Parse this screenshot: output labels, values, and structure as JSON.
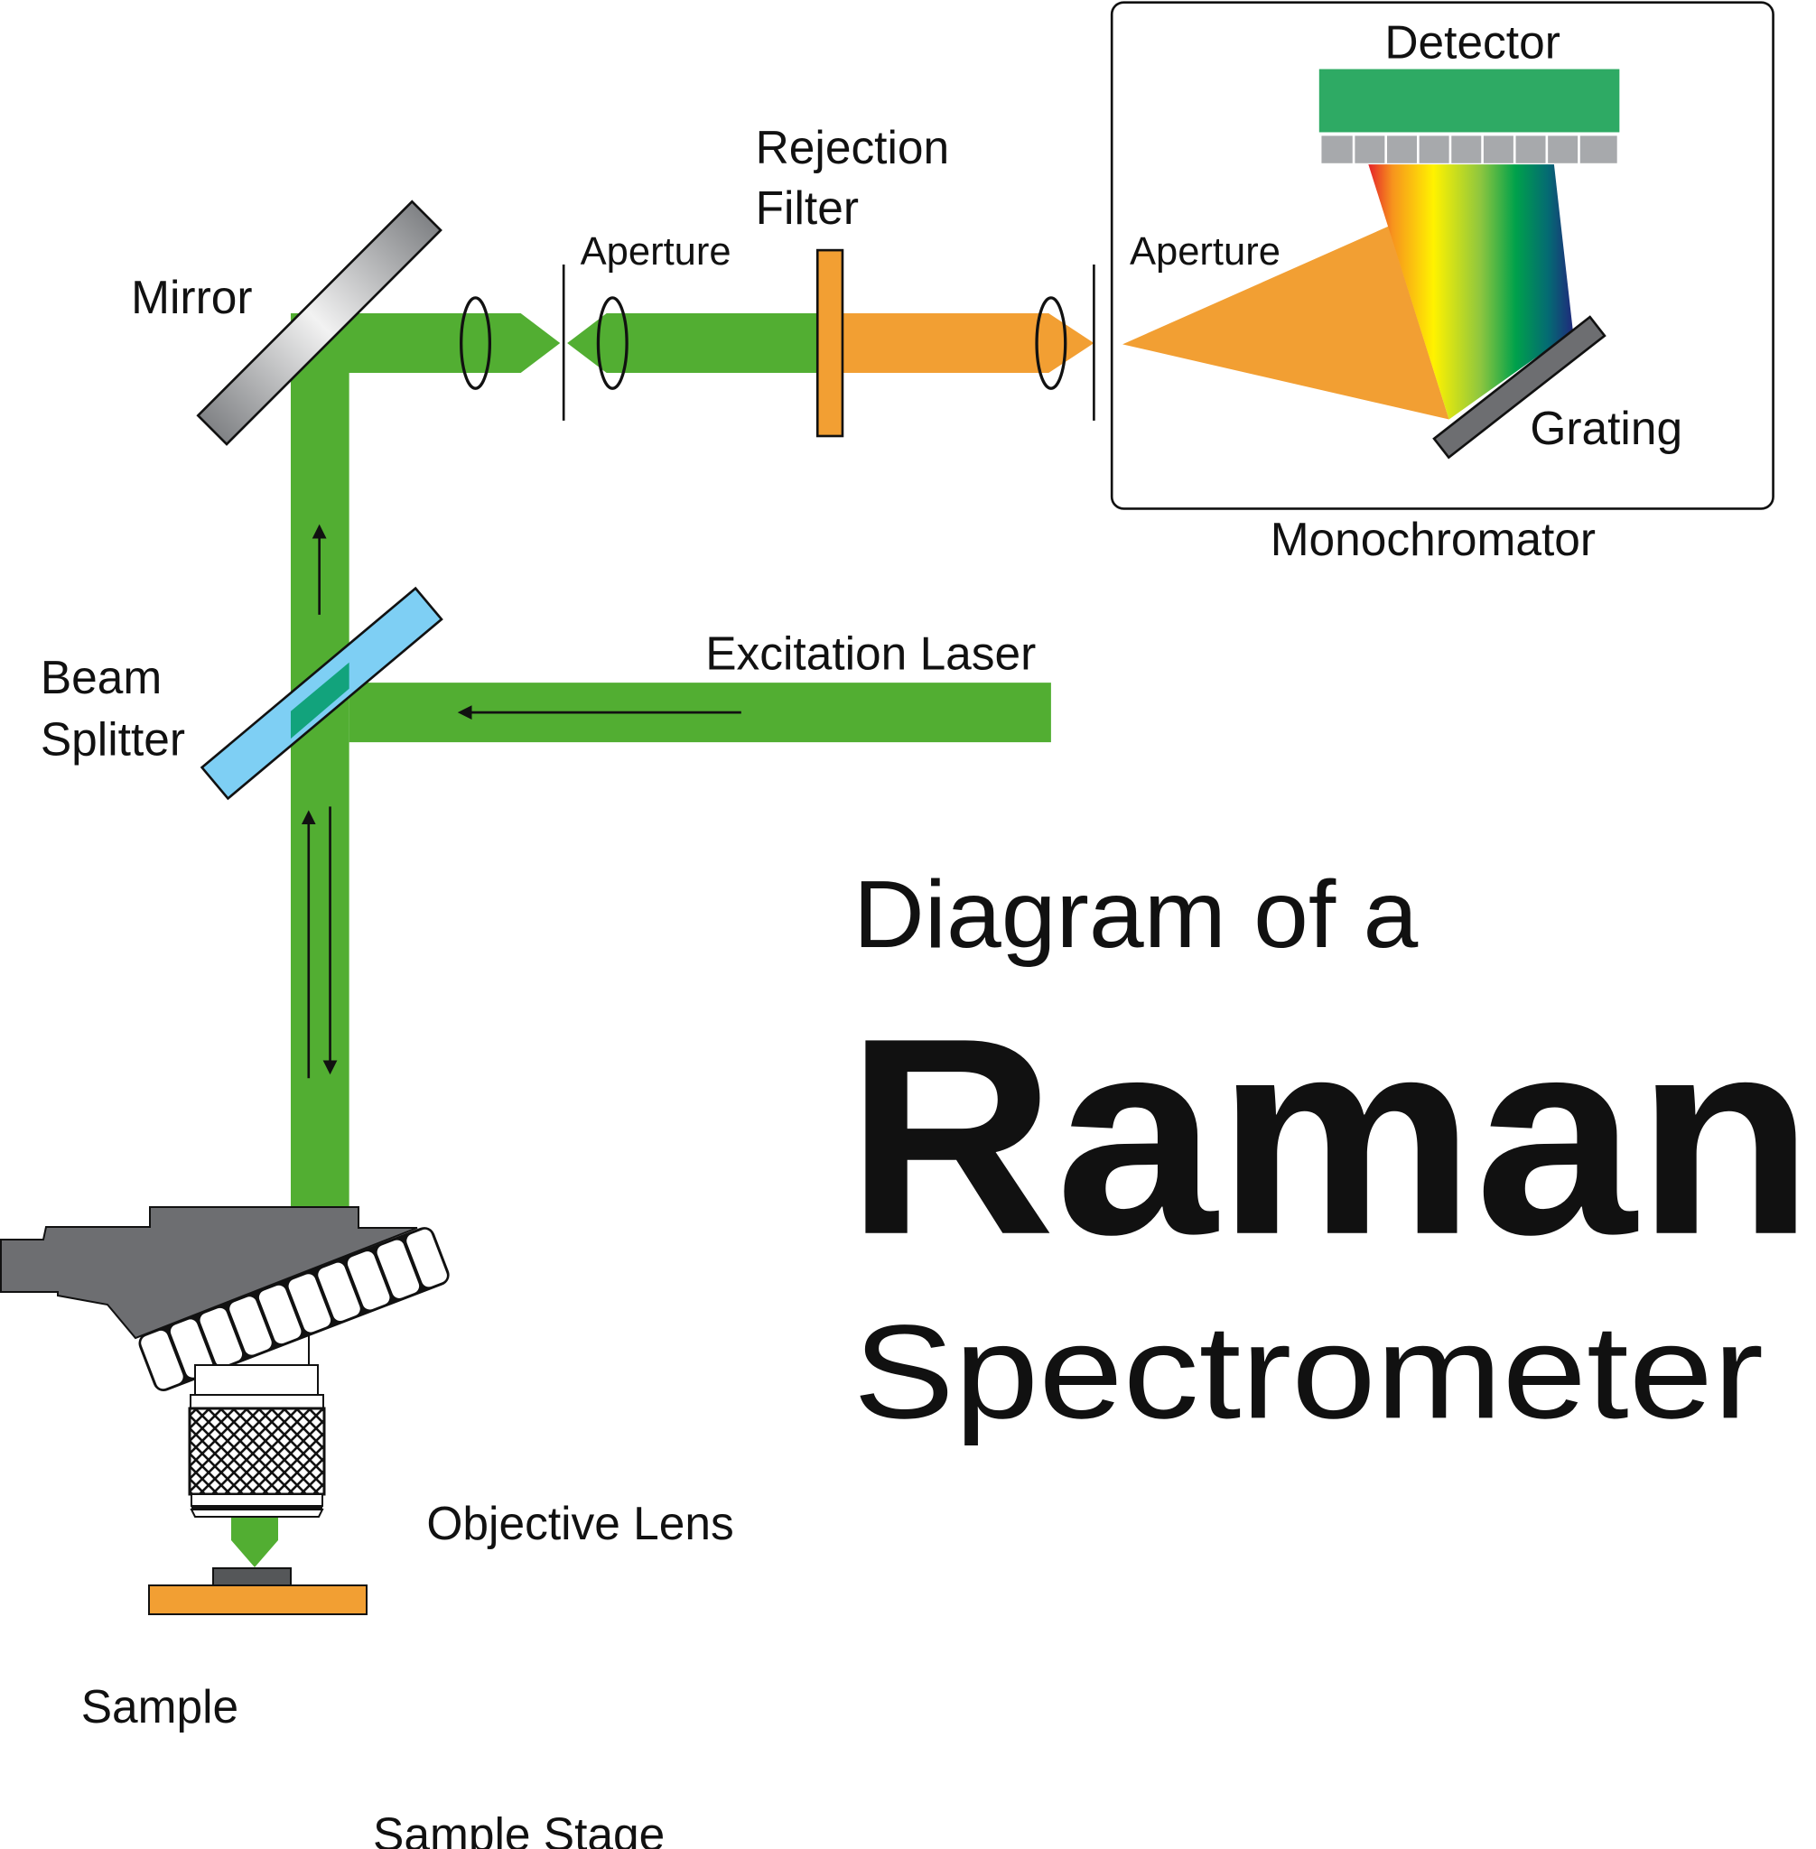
{
  "title": {
    "line1": "Diagram of a",
    "line2": "Raman",
    "line3": "Spectrometer"
  },
  "labels": {
    "mirror": "Mirror",
    "aperture_1": "Aperture",
    "rejection_filter_line1": "Rejection",
    "rejection_filter_line2": "Filter",
    "aperture_2": "Aperture",
    "detector": "Detector",
    "grating": "Grating",
    "monochromator": "Monochromator",
    "excitation_laser": "Excitation Laser",
    "beam_splitter_line1": "Beam",
    "beam_splitter_line2": "Splitter",
    "objective_lens": "Objective Lens",
    "sample": "Sample",
    "sample_stage": "Sample Stage"
  },
  "colors": {
    "laser_green": "#52ae32",
    "raman_orange": "#f29f33",
    "detector_green": "#2eaa64",
    "splitter_blue": "#7ecff4",
    "microscope_gray": "#6d6e71"
  }
}
